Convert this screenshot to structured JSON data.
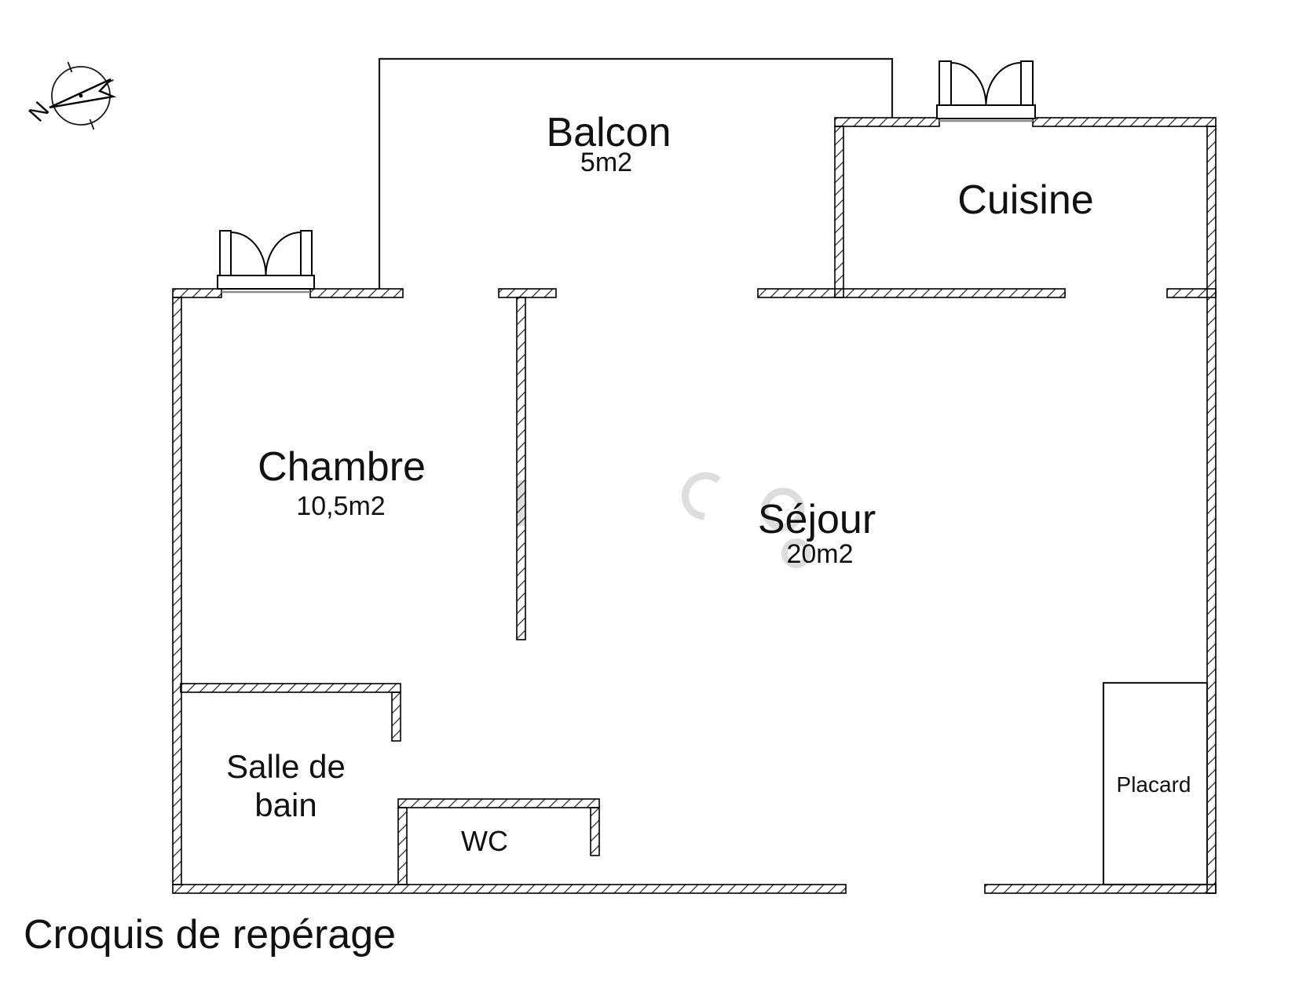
{
  "caption": "Croquis de repérage",
  "compass": {
    "north_label": "N"
  },
  "rooms": {
    "balcon": {
      "name": "Balcon",
      "area": "5m2"
    },
    "cuisine": {
      "name": "Cuisine"
    },
    "chambre": {
      "name": "Chambre",
      "area": "10,5m2"
    },
    "sejour": {
      "name": "Séjour",
      "area": "20m2"
    },
    "salle_de_bain": {
      "line1": "Salle de",
      "line2": "bain"
    },
    "wc": {
      "name": "WC"
    },
    "placard": {
      "name": "Placard"
    }
  },
  "colors": {
    "background": "#ffffff",
    "wall_line": "#000000",
    "hatch": "#2b2b2b",
    "text": "#111111",
    "window_gray": "#8a8a8a",
    "watermark": "#bdbdbd"
  }
}
